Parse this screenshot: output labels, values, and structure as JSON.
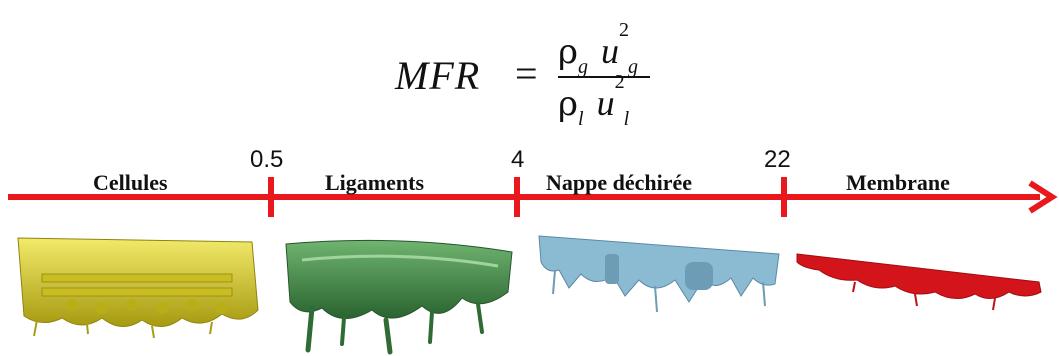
{
  "formula": {
    "lhs": "MFR",
    "equals": "=",
    "numerator": {
      "rho": "ρ",
      "rho_sub": "g",
      "u": "u",
      "u_sub": "g",
      "u_sup": "2"
    },
    "denominator": {
      "rho": "ρ",
      "rho_sub": "l",
      "u": "u",
      "u_sub": "l",
      "u_sup": "2"
    }
  },
  "axis": {
    "color": "#e8181c",
    "thresholds": [
      "0.5",
      "4",
      "22"
    ],
    "regimes": [
      "Cellules",
      "Ligaments",
      "Nappe déchirée",
      "Membrane"
    ]
  },
  "regime_colors": {
    "cellules": "#d8cc2a",
    "ligaments": "#3f8a43",
    "nappe": "#86b4cc",
    "membrane": "#d3141a"
  }
}
